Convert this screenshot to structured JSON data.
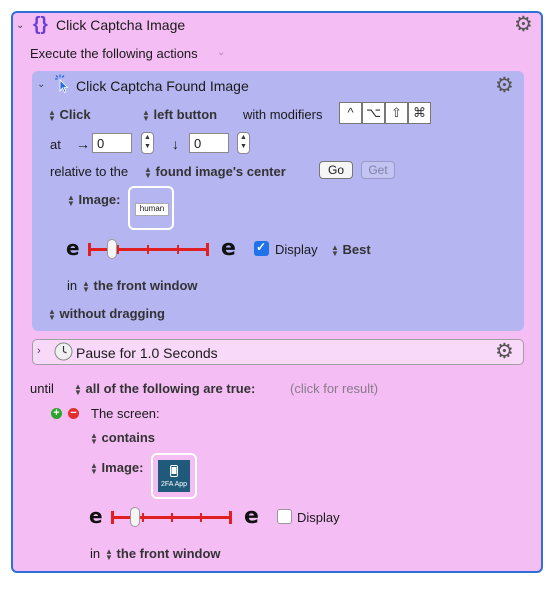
{
  "outer": {
    "title": "Click Captcha Image",
    "execute_label": "Execute the following actions"
  },
  "click_action": {
    "title": "Click Captcha Found Image",
    "click_type": "Click",
    "button": "left button",
    "with_modifiers_label": "with modifiers",
    "modifier_icons": [
      "shift-icon",
      "option-icon",
      "control-icon",
      "command-icon"
    ],
    "modifier_glyphs": [
      "^",
      "⌥",
      "⇧",
      "⌘"
    ],
    "at_label": "at",
    "x_arrow": "→",
    "x_value": "0",
    "y_arrow": "↓",
    "y_value": "0",
    "relative_label": "relative to the",
    "relative_value": "found image's center",
    "go_label": "Go",
    "get_label": "Get",
    "image_label": "Image:",
    "image_text": "human",
    "slider_fraction": 0.2,
    "display_label": "Display",
    "display_checked": true,
    "quality": "Best",
    "in_label": "in",
    "window_value": "the front window",
    "drag_value": "without dragging"
  },
  "pause": {
    "title": "Pause for 1.0 Seconds"
  },
  "until": {
    "until_label": "until",
    "condition": "all of the following are true:",
    "result_hint": "(click for result)",
    "screen_label": "The screen:",
    "contains": "contains",
    "image_label": "Image:",
    "image_caption": "2FA App",
    "slider_fraction": 0.2,
    "display_label": "Display",
    "display_checked": false,
    "in_label": "in",
    "window_value": "the front window"
  },
  "colors": {
    "outer_bg": "#f4bdf4",
    "outer_border": "#2f6fd9",
    "inner_bg": "#b5b5f2",
    "slider_red": "#e02020",
    "checkbox_blue": "#1f72e8"
  }
}
